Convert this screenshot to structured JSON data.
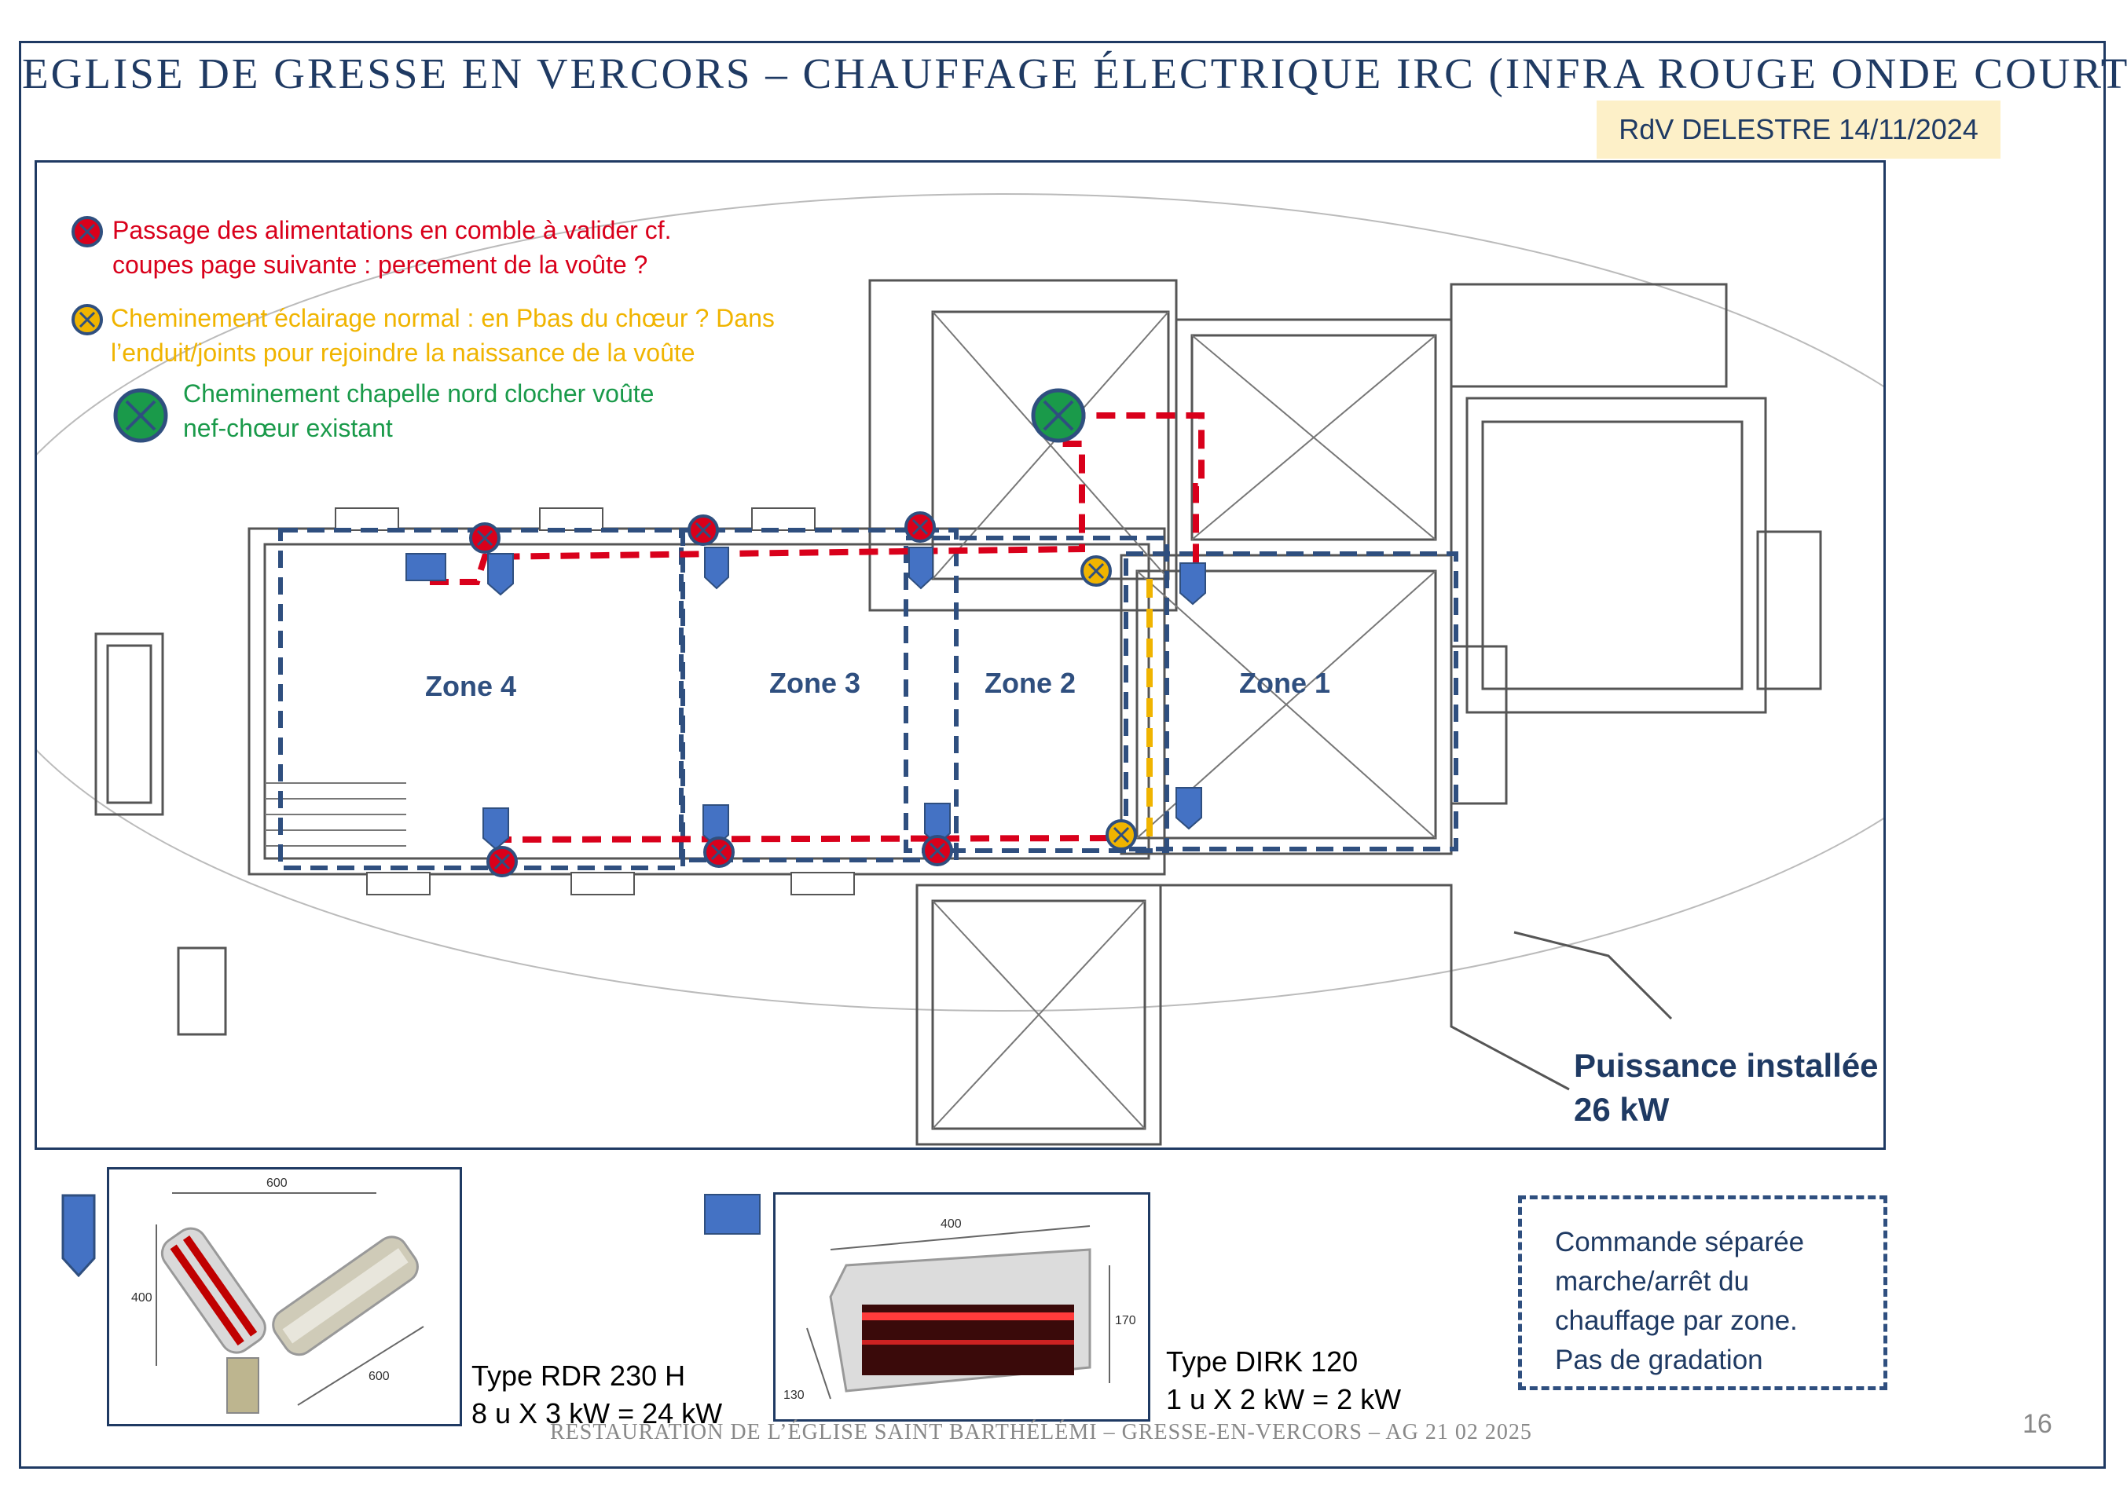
{
  "title": "EGLISE DE GRESSE EN VERCORS – CHAUFFAGE ÉLECTRIQUE IRC (INFRA ROUGE ONDE COURTE)",
  "rdv_label": "RdV DELESTRE 14/11/2024",
  "legend": {
    "red": {
      "line1": "Passage des alimentations en comble à valider cf.",
      "line2": "coupes page suivante : percement de la voûte ?",
      "icon": "red-cross-marker-icon",
      "color": "#d9001b"
    },
    "yellow": {
      "line1": "Cheminement  éclairage normal : en Pbas du chœur ? Dans",
      "line2": "l’enduit/joints pour rejoindre la naissance de la voûte",
      "icon": "yellow-cross-marker-icon",
      "color": "#f0b400"
    },
    "green": {
      "line1": "Cheminement  chapelle nord clocher voûte",
      "line2": "nef-chœur existant",
      "icon": "green-cross-marker-icon",
      "color": "#1a9a4a"
    }
  },
  "zones": {
    "zone1": "Zone 1",
    "zone2": "Zone 2",
    "zone3": "Zone 3",
    "zone4": "Zone 4"
  },
  "power": {
    "line1": "Puissance installée",
    "line2": "26 kW"
  },
  "product_rdr": {
    "icon": "shield-heater-icon",
    "dim_width": "600",
    "dim_height": "400",
    "dim_arm": "600",
    "type_line1": "Type RDR 230 H",
    "type_line2": "8 u X 3 kW = 24 kW"
  },
  "product_dirk": {
    "icon": "rectangle-heater-icon",
    "dim_width": "400",
    "dim_height": "170",
    "dim_depth": "130",
    "type_line1": "Type DIRK 120",
    "type_line2": "1 u X 2 kW = 2 kW"
  },
  "command": {
    "line1": "Commande séparée",
    "line2": "marche/arrêt du",
    "line3": "chauffage par zone.",
    "line4": "Pas de gradation"
  },
  "footer": "RESTAURATION DE L’ÉGLISE SAINT BARTHÉLÉMI – GRESSE-EN-VERCORS – AG 21 02 2025",
  "page_number": "16",
  "colors": {
    "navy": "#1f3a63",
    "zone_blue": "#2f4f7f",
    "heater_blue": "#4472c4",
    "red": "#d9001b",
    "yellow": "#f0b400",
    "green": "#1a9a4a"
  }
}
